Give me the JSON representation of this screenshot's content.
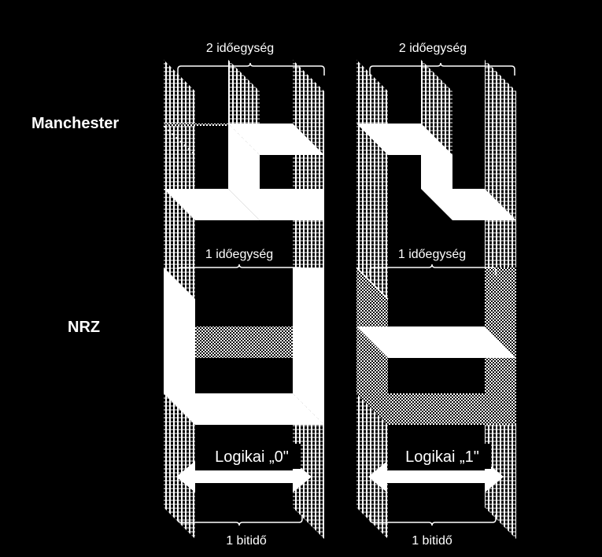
{
  "colors": {
    "background": "#000000",
    "foreground": "#ffffff"
  },
  "labels": {
    "manchester": "Manchester",
    "nrz": "NRZ"
  },
  "panels": [
    {
      "id": "zero",
      "top_span": "2 időegység",
      "mid_span": "1 időegység",
      "bottom_span": "1 bitidő",
      "logic": "Logikai „0\""
    },
    {
      "id": "one",
      "top_span": "2 időegység",
      "mid_span": "1 időegység",
      "bottom_span": "1 bitidő",
      "logic": "Logikai „1\""
    }
  ]
}
